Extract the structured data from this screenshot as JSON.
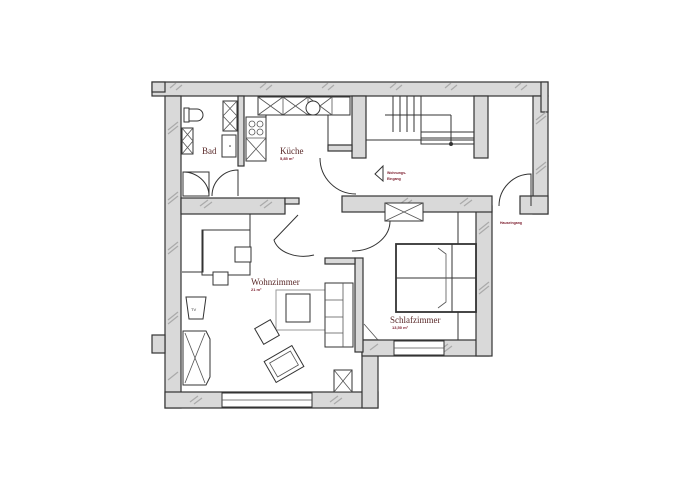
{
  "floor_plan": {
    "rooms": [
      {
        "id": "bad",
        "label": "Bad",
        "area": ""
      },
      {
        "id": "kueche",
        "label": "Küche",
        "area": "5,85 m²"
      },
      {
        "id": "wohnzimmer",
        "label": "Wohnzimmer",
        "area": "21 m²"
      },
      {
        "id": "schlafzimmer",
        "label": "Schlafzimmer",
        "area": "13,50 m²"
      }
    ],
    "annotations": {
      "wohnungseingang": "Wohnungs-\nEingang",
      "wohnungseingang_line1": "Wohnungs-",
      "wohnungseingang_line2": "Eingang",
      "hauseingang": "Hauseingang"
    },
    "furniture": {
      "tv_label": "TV"
    },
    "colors": {
      "wall_fill": "#d9d9d9",
      "line": "#333333",
      "label_text": "#5a2a2a",
      "area_text": "#7a1a2a",
      "background": "#ffffff"
    }
  }
}
